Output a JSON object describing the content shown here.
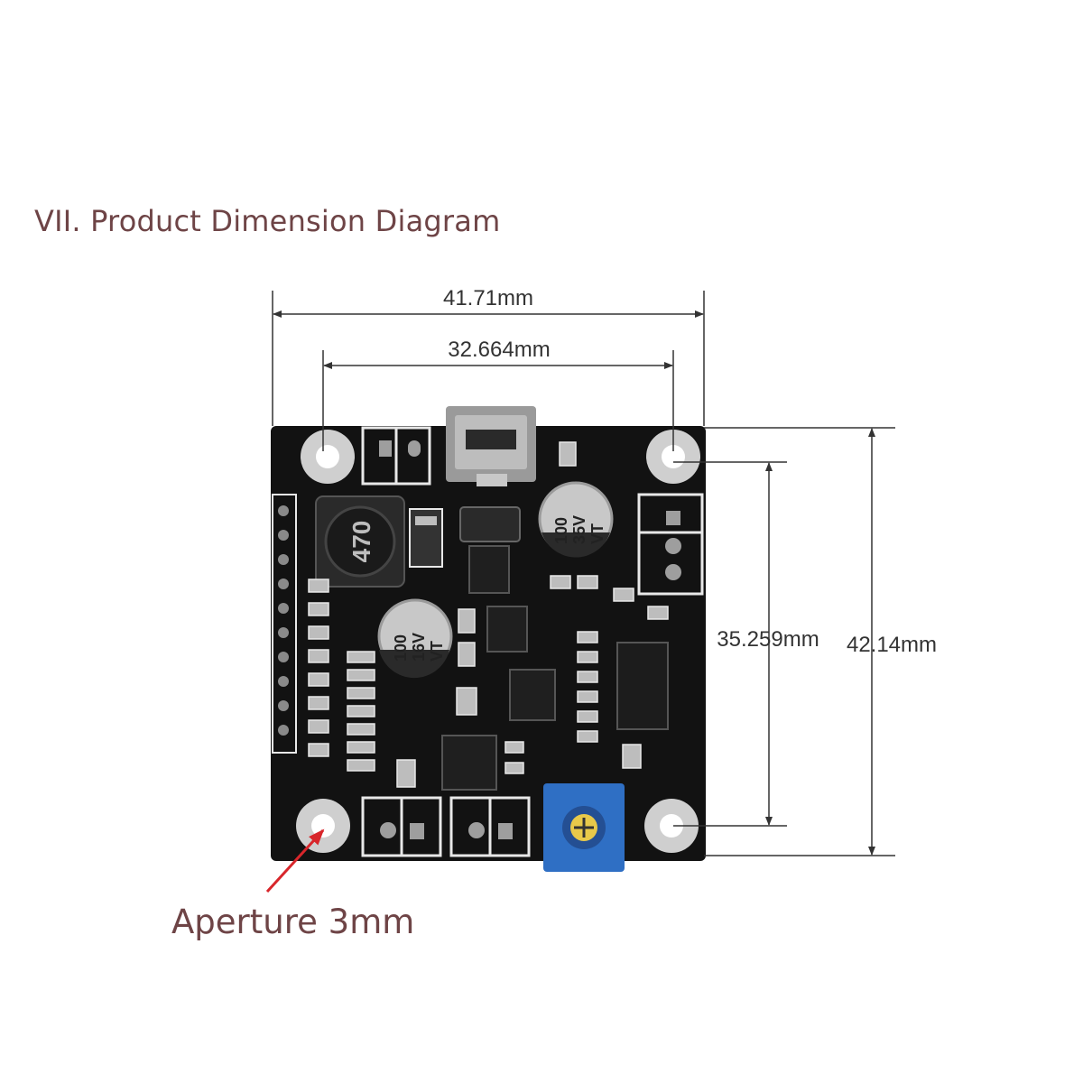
{
  "heading": "VII. Product Dimension Diagram",
  "dimensions": {
    "overall_width": "41.71mm",
    "hole_spacing_width": "32.664mm",
    "hole_spacing_height": "35.259mm",
    "overall_height": "42.14mm"
  },
  "callout": {
    "label": "Aperture 3mm"
  },
  "components": {
    "inductor": "470",
    "cap_large_line1": "100",
    "cap_large_line2": "35V",
    "cap_large_line3": "VT",
    "cap_small_line1": "100",
    "cap_small_line2": "16V",
    "cap_small_line3": "VT"
  },
  "colors": {
    "board": "#121212",
    "silkscreen": "#e8e8e8",
    "potentiometer": "#2f6fc4",
    "arrow": "#d8262b",
    "heading_text": "#6e4446"
  }
}
